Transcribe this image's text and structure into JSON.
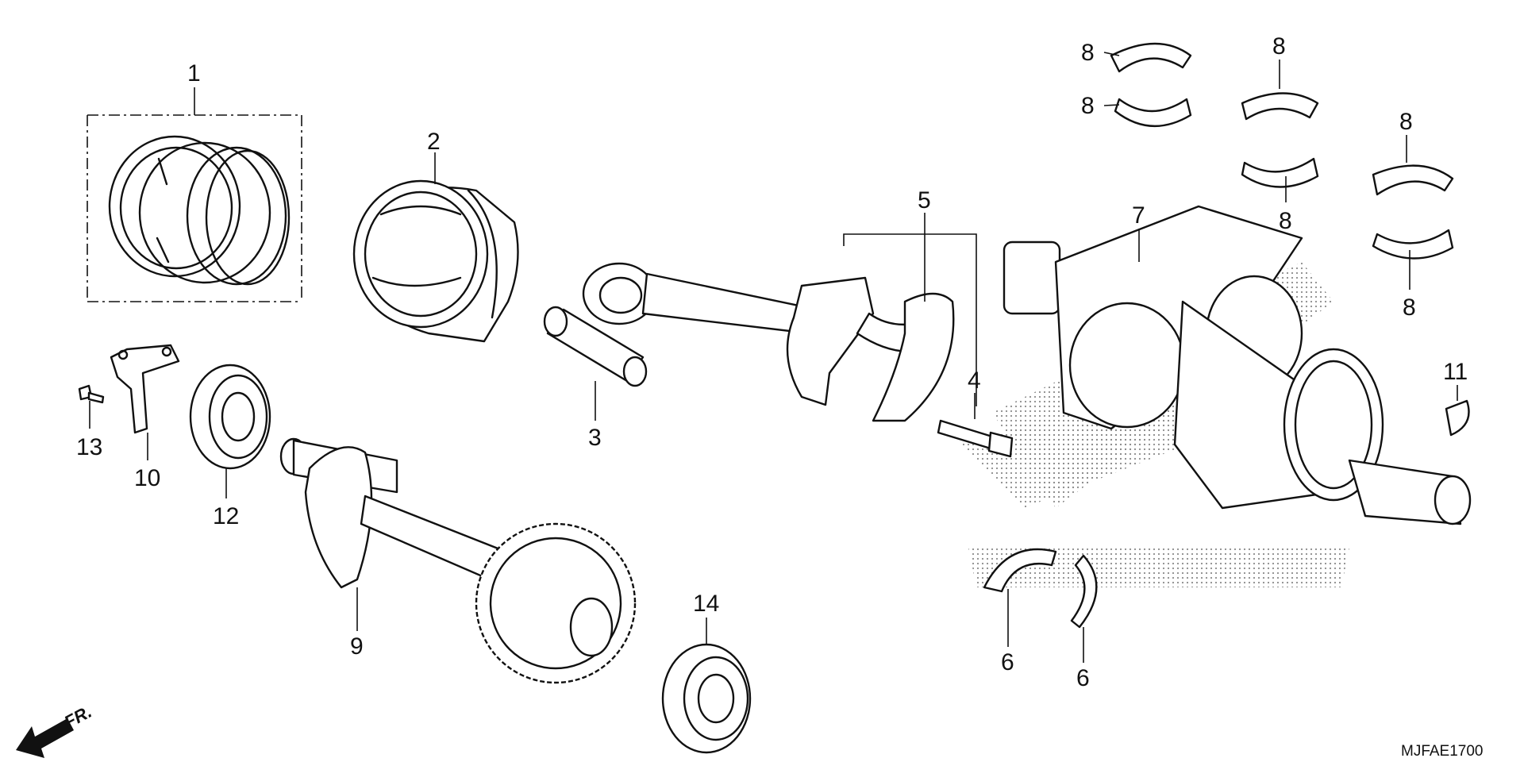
{
  "diagram": {
    "code": "MJFAE1700",
    "direction_label": "FR.",
    "callouts": {
      "c1": "1",
      "c2": "2",
      "c3": "3",
      "c4": "4",
      "c5": "5",
      "c6a": "6",
      "c6b": "6",
      "c7": "7",
      "c8a": "8",
      "c8b": "8",
      "c8c": "8",
      "c8d": "8",
      "c8e": "8",
      "c8f": "8",
      "c9": "9",
      "c10": "10",
      "c11": "11",
      "c12": "12",
      "c13": "13",
      "c14": "14"
    }
  }
}
